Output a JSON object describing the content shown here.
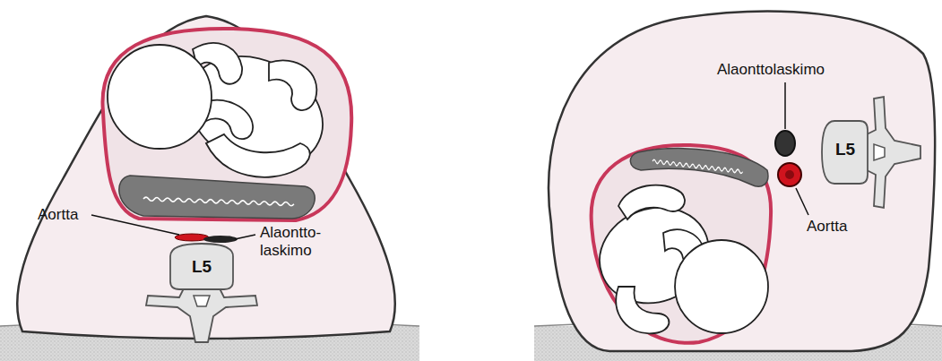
{
  "diagram": {
    "labels": [
      "Aortta",
      "Alaontto- laskimo",
      "L5",
      "Alaonttolaskimo",
      "L5",
      "Aortta"
    ]
  }
}
